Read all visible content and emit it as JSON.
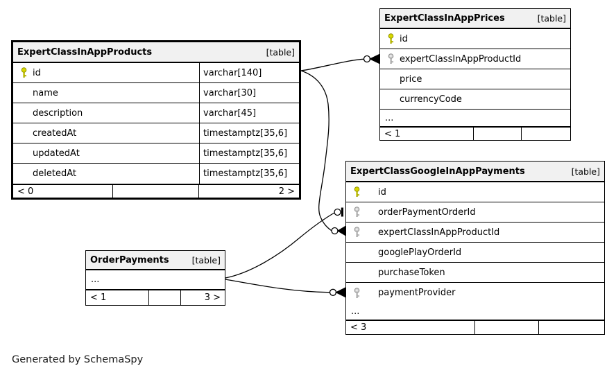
{
  "page": {
    "generator_note": "Generated by SchemaSpy",
    "background": "#ffffff"
  },
  "colors": {
    "primary_key": "#d8d800",
    "foreign_key": "#cfcfcf",
    "header_bg": "#f1f1f1",
    "border": "#000000",
    "line": "#000000"
  },
  "tables": [
    {
      "name": "ExpertClassInAppProducts",
      "tag": "[table]",
      "highlighted": true,
      "columns": [
        {
          "name": "id",
          "type": "varchar[140]",
          "key": "primary"
        },
        {
          "name": "name",
          "type": "varchar[30]",
          "key": ""
        },
        {
          "name": "description",
          "type": "varchar[45]",
          "key": ""
        },
        {
          "name": "createdAt",
          "type": "timestamptz[35,6]",
          "key": ""
        },
        {
          "name": "updatedAt",
          "type": "timestamptz[35,6]",
          "key": ""
        },
        {
          "name": "deletedAt",
          "type": "timestamptz[35,6]",
          "key": ""
        }
      ],
      "footer": {
        "left": "< 0",
        "middle": "",
        "right": "2 >"
      }
    },
    {
      "name": "ExpertClassInAppPrices",
      "tag": "[table]",
      "highlighted": false,
      "columns": [
        {
          "name": "id",
          "key": "primary"
        },
        {
          "name": "expertClassInAppProductId",
          "key": "foreign"
        },
        {
          "name": "price",
          "key": ""
        },
        {
          "name": "currencyCode",
          "key": ""
        }
      ],
      "ellipsis": "...",
      "footer": {
        "left": "< 1",
        "middle": "",
        "right": ""
      }
    },
    {
      "name": "ExpertClassGoogleInAppPayments",
      "tag": "[table]",
      "highlighted": false,
      "columns": [
        {
          "name": "id",
          "key": "primary"
        },
        {
          "name": "orderPaymentOrderId",
          "key": "foreign"
        },
        {
          "name": "expertClassInAppProductId",
          "key": "foreign"
        },
        {
          "name": "googlePlayOrderId",
          "key": ""
        },
        {
          "name": "purchaseToken",
          "key": ""
        },
        {
          "name": "paymentProvider",
          "key": "foreign"
        }
      ],
      "ellipsis": "...",
      "footer": {
        "left": "< 3",
        "middle": "",
        "right": ""
      }
    },
    {
      "name": "OrderPayments",
      "tag": "[table]",
      "highlighted": false,
      "columns": [],
      "ellipsis": "...",
      "footer": {
        "left": "< 1",
        "middle": "",
        "right": "3 >"
      }
    }
  ],
  "relations": [
    {
      "from": "ExpertClassInAppProducts.id",
      "to": "ExpertClassInAppPrices.expertClassInAppProductId",
      "cardinality": "zero-or-many"
    },
    {
      "from": "ExpertClassInAppProducts.id",
      "to": "ExpertClassGoogleInAppPayments.expertClassInAppProductId",
      "cardinality": "zero-or-many"
    },
    {
      "from": "OrderPayments",
      "to": "ExpertClassGoogleInAppPayments.orderPaymentOrderId",
      "cardinality": "zero-or-one"
    },
    {
      "from": "OrderPayments",
      "to": "ExpertClassGoogleInAppPayments.paymentProvider",
      "cardinality": "zero-or-many"
    }
  ]
}
